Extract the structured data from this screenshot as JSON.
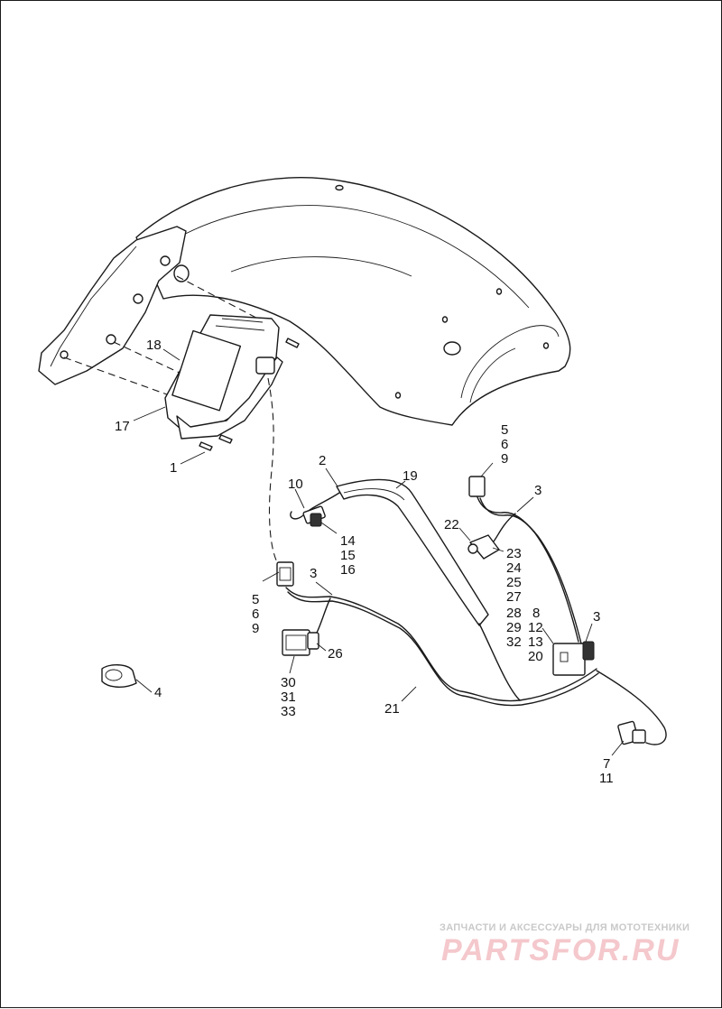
{
  "diagram": {
    "callouts": [
      {
        "id": "c1",
        "text": "1"
      },
      {
        "id": "c2",
        "text": "2"
      },
      {
        "id": "c3a",
        "text": "3"
      },
      {
        "id": "c3b",
        "text": "3"
      },
      {
        "id": "c3c",
        "text": "3"
      },
      {
        "id": "c4",
        "text": "4"
      },
      {
        "id": "c5a",
        "text": "5"
      },
      {
        "id": "c6a",
        "text": "6"
      },
      {
        "id": "c9a",
        "text": "9"
      },
      {
        "id": "c5b",
        "text": "5"
      },
      {
        "id": "c6b",
        "text": "6"
      },
      {
        "id": "c9b",
        "text": "9"
      },
      {
        "id": "c7",
        "text": "7"
      },
      {
        "id": "c11",
        "text": "11"
      },
      {
        "id": "c8",
        "text": "8"
      },
      {
        "id": "c12",
        "text": "12"
      },
      {
        "id": "c13",
        "text": "13"
      },
      {
        "id": "c20",
        "text": "20"
      },
      {
        "id": "c10",
        "text": "10"
      },
      {
        "id": "c14",
        "text": "14"
      },
      {
        "id": "c15",
        "text": "15"
      },
      {
        "id": "c16",
        "text": "16"
      },
      {
        "id": "c17",
        "text": "17"
      },
      {
        "id": "c18",
        "text": "18"
      },
      {
        "id": "c19",
        "text": "19"
      },
      {
        "id": "c21",
        "text": "21"
      },
      {
        "id": "c22",
        "text": "22"
      },
      {
        "id": "c23",
        "text": "23"
      },
      {
        "id": "c24",
        "text": "24"
      },
      {
        "id": "c25",
        "text": "25"
      },
      {
        "id": "c27",
        "text": "27"
      },
      {
        "id": "c28",
        "text": "28"
      },
      {
        "id": "c29",
        "text": "29"
      },
      {
        "id": "c32",
        "text": "32"
      },
      {
        "id": "c26",
        "text": "26"
      },
      {
        "id": "c30",
        "text": "30"
      },
      {
        "id": "c31",
        "text": "31"
      },
      {
        "id": "c33",
        "text": "33"
      }
    ]
  },
  "watermark": {
    "tagline": "ЗАПЧАСТИ И АКСЕССУАРЫ ДЛЯ МОТОТЕХНИКИ",
    "logo": "PARTSFOR.RU"
  },
  "colors": {
    "line": "#1a1a1a",
    "background": "#ffffff",
    "watermark_logo": "#f4c8cc",
    "watermark_tagline": "#c9c9c9"
  }
}
